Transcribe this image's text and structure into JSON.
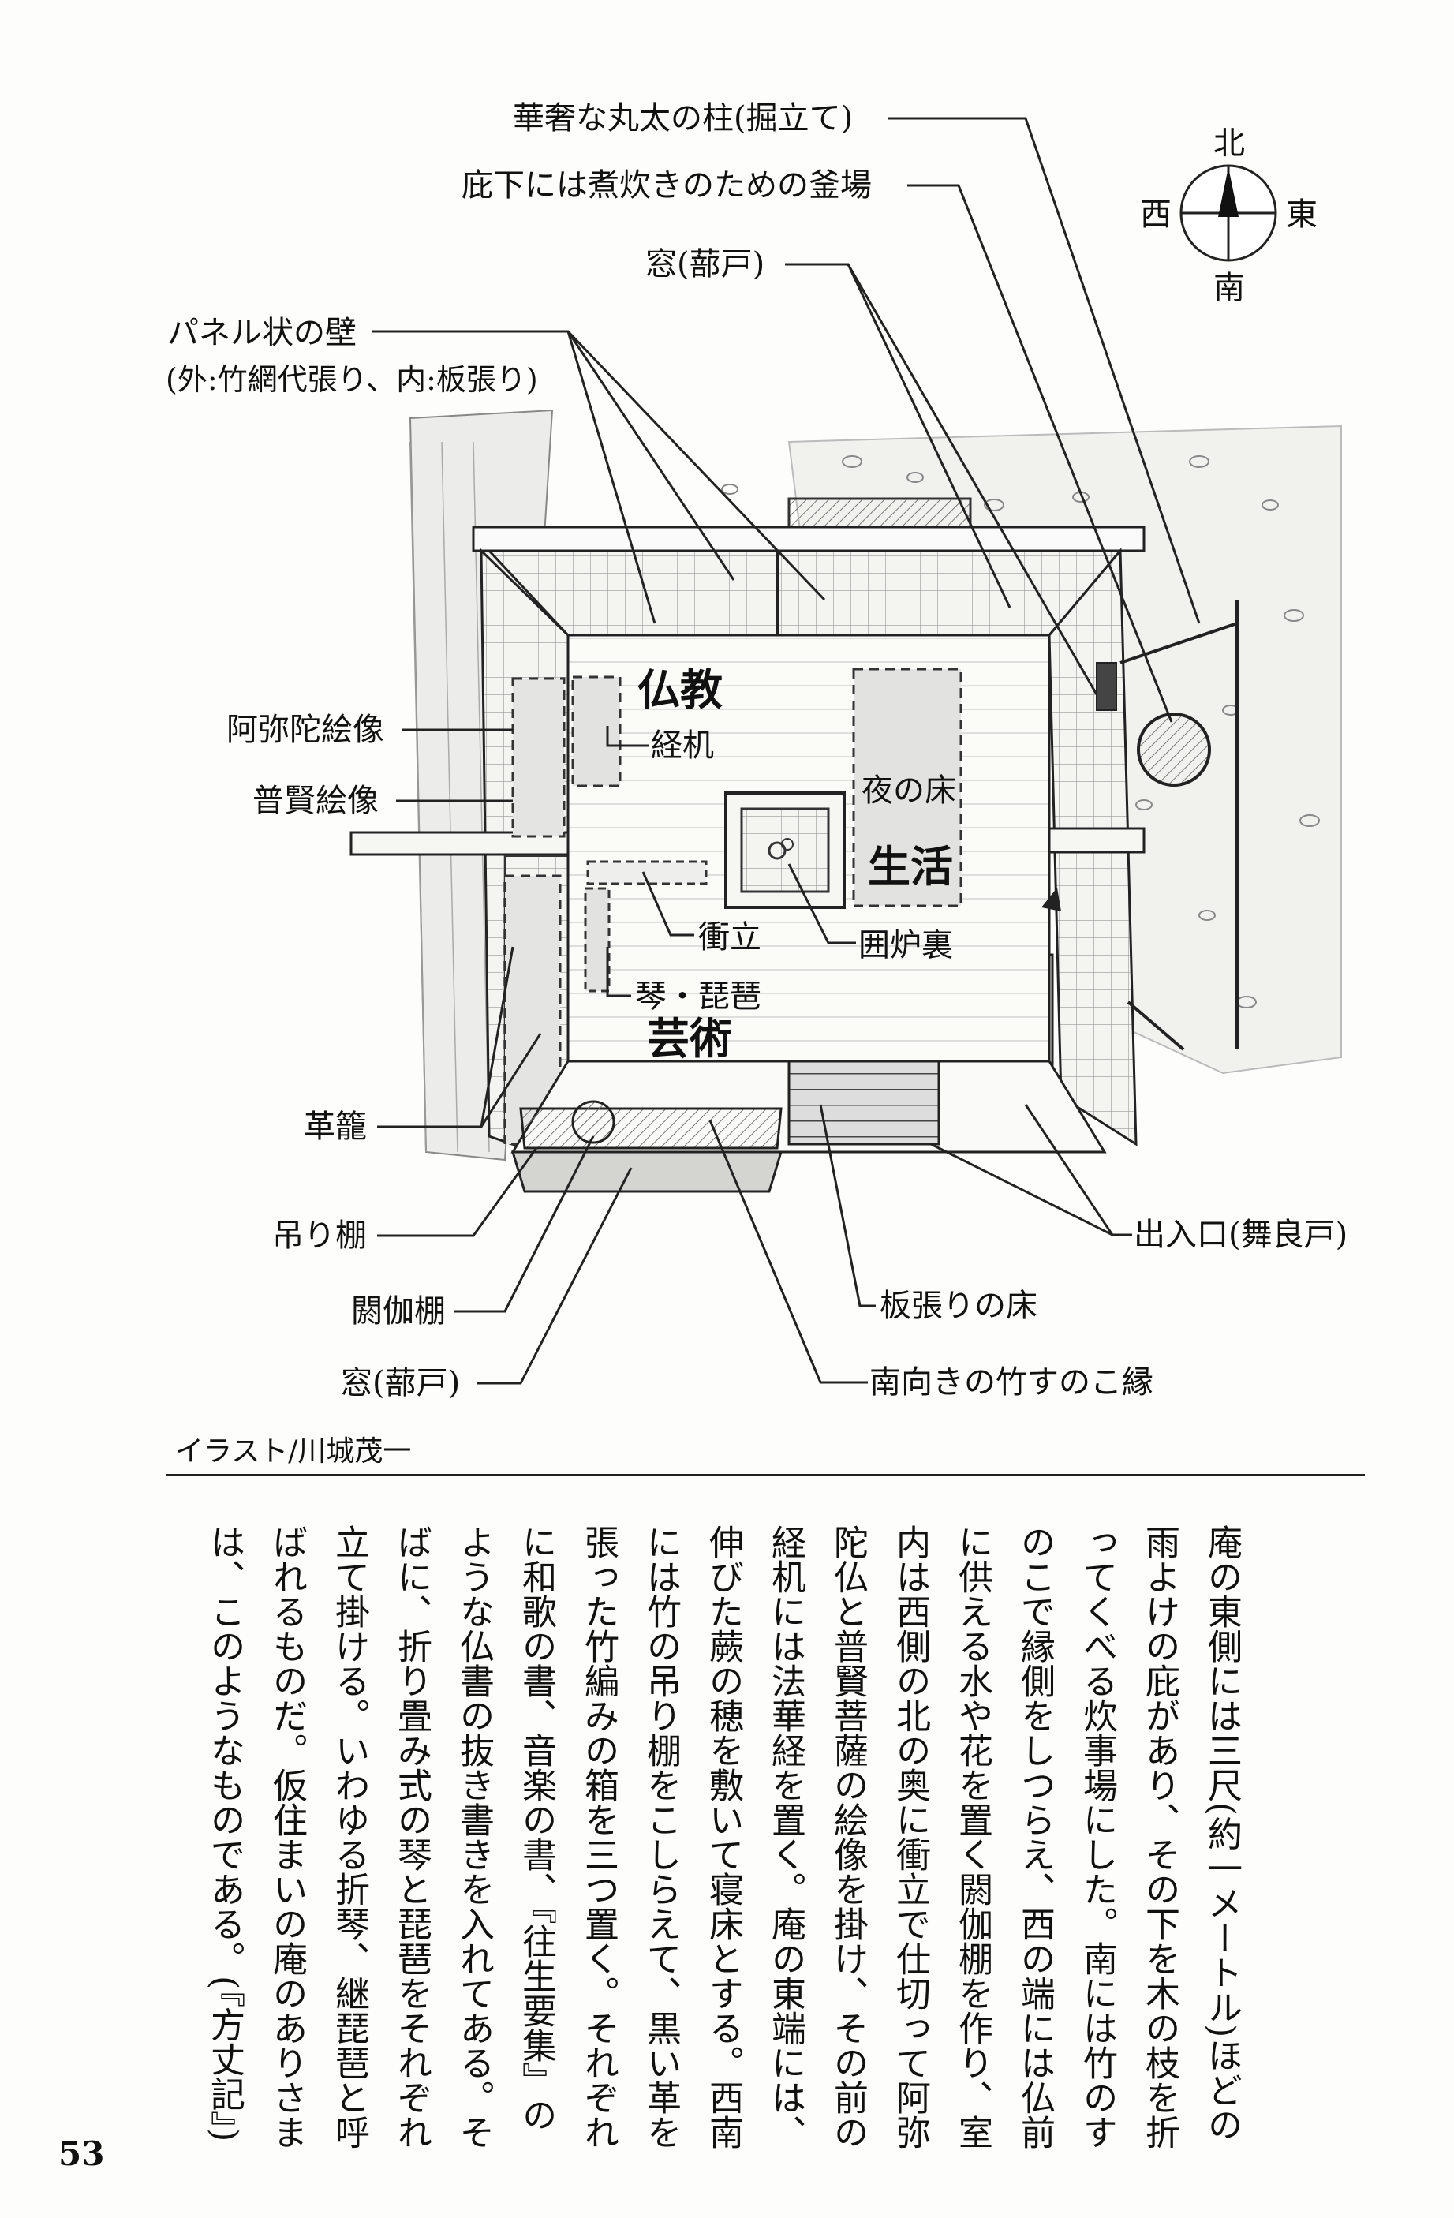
{
  "labels": {
    "pillar": "華奢な丸太の柱(掘立て)",
    "kitchen": "庇下には煮炊きのための釜場",
    "window_top": "窓(蔀戸)",
    "panel_wall": "パネル状の壁",
    "panel_wall_note": "(外:竹網代張り、内:板張り)",
    "amida": "阿弥陀絵像",
    "fugen": "普賢絵像",
    "kawago": "革籠",
    "tsuridana": "吊り棚",
    "akadana": "閼伽棚",
    "window_bottom": "窓(蔀戸)",
    "bamboo_veranda": "南向きの竹すのこ縁",
    "wood_floor": "板張りの床",
    "entrance": "出入口(舞良戸)",
    "kyozukue": "経机",
    "yoru_no_toko": "夜の床",
    "tsuitate": "衝立",
    "irori": "囲炉裏",
    "koto_biwa": "琴・琵琶"
  },
  "zones": {
    "buddhism": "仏教",
    "life": "生活",
    "art": "芸術"
  },
  "compass": {
    "north": "北",
    "east": "東",
    "south": "南",
    "west": "西"
  },
  "credit": "イラスト/川城茂一",
  "body_text": "庵の東側には三尺(約一メートル)ほどの雨よけの庇があり、その下を木の枝を折ってくべる炊事場にした。南には竹のすのこで縁側をしつらえ、西の端には仏前に供える水や花を置く閼伽棚を作り、室内は西側の北の奥に衝立で仕切って阿弥陀仏と普賢菩薩の絵像を掛け、その前の経机には法華経を置く。庵の東端には、伸びた蕨の穂を敷いて寝床とする。西南には竹の吊り棚をこしらえて、黒い革を張った竹編みの箱を三つ置く。それぞれに和歌の書、音楽の書、『往生要集』のような仏書の抜き書きを入れてある。そばに、折り畳み式の琴と琵琶をそれぞれ立て掛ける。いわゆる折琴、継琵琶と呼ばれるものだ。仮住まいの庵のありさまは、このようなものである。(『方丈記』)",
  "page_number": "53"
}
